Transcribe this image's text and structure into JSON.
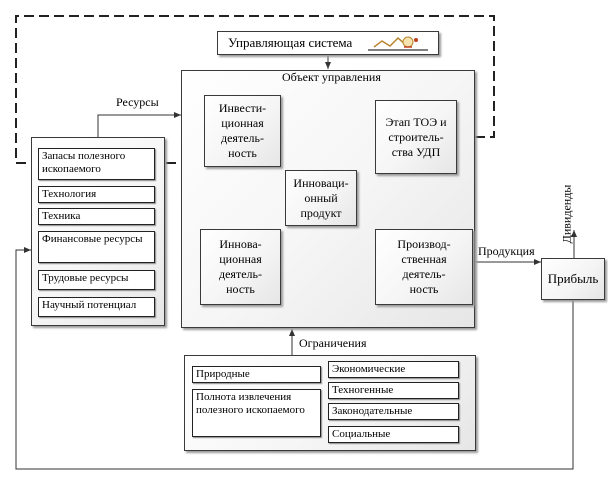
{
  "management_system": "Управляющая система",
  "control_object": "Объект управления",
  "resources_label": "Ресурсы",
  "constraints_label": "Ограничения",
  "products_label": "Продукция",
  "dividends_label": "Дивиденды",
  "profit": "Прибыль",
  "resources": [
    "Запасы полезного ископаемого",
    "Технология",
    "Техника",
    "Финансовые ресурсы",
    "Трудовые ресурсы",
    "Научный потенциал"
  ],
  "blocks": {
    "investment": "Инвести-ционная деятель-ность",
    "innovation_activity": "Иннова-ционная деятель-ность",
    "innovation_product": "Инноваци-онный продукт",
    "teo_stage": "Этап ТОЭ и строитель-ства УДП",
    "production": "Производ-ственная деятель-ность"
  },
  "constraints": {
    "natural": "Природные",
    "completeness": "Полнота извлечения полезного ископаемого",
    "economic": "Экономические",
    "technogenic": "Техногенные",
    "legislative": "Законодательные",
    "social": "Социальные"
  }
}
